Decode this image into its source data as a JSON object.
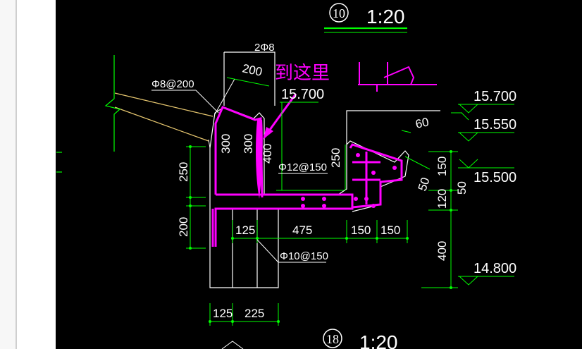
{
  "detail_top": {
    "number": "10",
    "scale": "1:20"
  },
  "detail_bottom": {
    "number": "18",
    "scale": "1:20"
  },
  "annotation": "到这里",
  "rebar_labels": {
    "top": "2Φ8",
    "roof_slab": "Φ8@200",
    "slab": "Φ12@150",
    "bottom": "Φ10@150"
  },
  "dims": {
    "d200": "200",
    "d300a": "300",
    "d300b": "300",
    "d400": "400",
    "d250a": "250",
    "d250b": "250",
    "d200b": "200",
    "d125a": "125",
    "d475": "475",
    "d150a": "150",
    "d150b": "150",
    "d125b": "125",
    "d225": "225",
    "d60": "60",
    "d50a": "50",
    "d50b": "50",
    "d150v": "150",
    "d120": "120",
    "d400v": "400"
  },
  "elevations": {
    "e1": "15.700",
    "e2": "15.550",
    "e3": "15.500",
    "e4": "14.800",
    "e_roof": "15.700"
  },
  "colors": {
    "background": "#000000",
    "outline": "#ffffff",
    "dimension": "#00ff00",
    "rebar": "#ff00ff",
    "slope_line": "#e8c870",
    "annotation": "#ff00ff"
  }
}
